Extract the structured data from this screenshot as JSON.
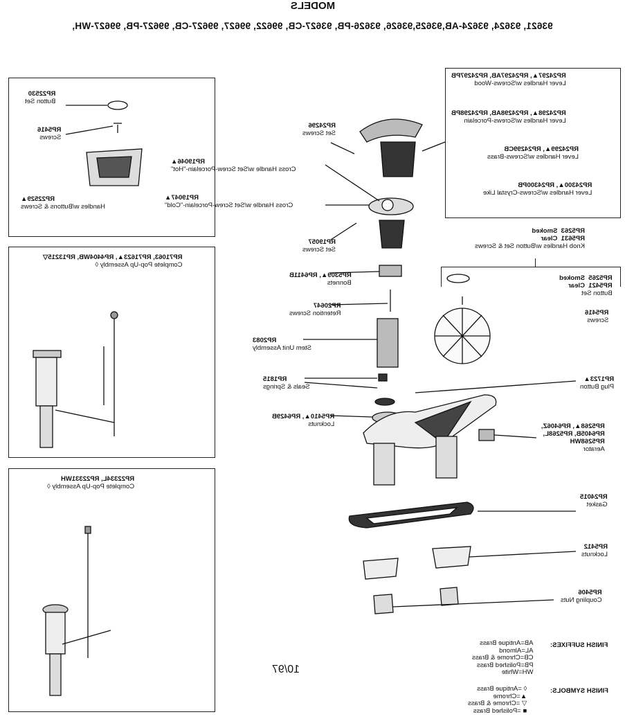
{
  "header": {
    "models_title": "MODELS",
    "models_list": "93621, 93624, 93624-AB,93625,93626, 93626-PB, 93627-CB, 99622, 99627, 99627-CB, 99627-PB, 99627-WH,"
  },
  "left_panels": {
    "handles_box": {
      "button_set": {
        "part": "RP22530",
        "desc": "Button Set"
      },
      "screws": {
        "part": "RP5416",
        "desc": "Screws"
      },
      "handles": {
        "part": "RP22529▲",
        "desc": "Handles w/Buttons & Screws"
      }
    },
    "popup_box_1": {
      "part": "RP71063, RP71623▲, RP4404WB, RP13215▽",
      "desc": "Complete Pop-Up Assembly ◊"
    },
    "popup_box_2": {
      "part": "RP22334L, RP22331WH",
      "desc": "Complete Pop-Up Assembly ◊"
    }
  },
  "lever_box": [
    {
      "part": "RP24297▲, RP24297AB, RP24297PB",
      "desc": "Lever Handles w/Screws-Wood"
    },
    {
      "part": "RP24298▲, RP24298AB, RP24298PB",
      "desc": "Lever Handles w/Screws-Porcelain"
    },
    {
      "part": "RP24299▲, RP24299CB",
      "desc": "Lever Handles w/Screws-Brass"
    },
    {
      "part": "RP24300▲, RP24300PB",
      "desc": "Lever Handles w/Screws-Crystal Like"
    }
  ],
  "center_parts": {
    "set_screws_top": {
      "part": "RP24296",
      "desc": "Set Screws"
    },
    "cross_hot": {
      "part": "RP19046▲",
      "desc": "Cross Handle w/Set Screw-Porcelain-\"Hot\""
    },
    "cross_cold": {
      "part": "RP19047▲",
      "desc": "Cross Handle w/Set Screw-Porcelain-\"Cold\""
    },
    "set_screws_2": {
      "part": "RP19057",
      "desc": "Set Screws"
    },
    "bonnets": {
      "part": "RP5309▲, RP6411B",
      "desc": "Bonnets"
    },
    "retention": {
      "part": "RP20647",
      "desc": "Retention Screws"
    },
    "stem": {
      "part": "RP2083",
      "desc": "Stem Unit Assembly"
    },
    "seals": {
      "part": "RP1815",
      "desc": "Seals & Springs"
    },
    "locknuts_top": {
      "part": "RP5410▲, RP6429B",
      "desc": "Locknuts"
    }
  },
  "right_parts": {
    "knob": {
      "part": "RP5263  Smoked\nRP5631  Clear",
      "desc": "Knob Handles w/Button Set & Screws"
    },
    "knob_button": {
      "part": "RP5265  Smoked\nRP5421  Clear",
      "desc": "Button Set"
    },
    "knob_screws": {
      "part": "RP5416",
      "desc": "Screws"
    },
    "plug_button": {
      "part": "RP1723▲",
      "desc": "Plug Button"
    },
    "aerator": {
      "part": "RP5268▲, RP6406Z,\nRP6405B, RP5268L,\nRP5268WH",
      "desc": "Aerator"
    },
    "gasket": {
      "part": "RP24015",
      "desc": "Gasket"
    },
    "locknuts": {
      "part": "RP5412",
      "desc": "Locknuts"
    },
    "coupling": {
      "part": "RP5406",
      "desc": "Coupling Nuts"
    }
  },
  "date": "10/97",
  "finish": {
    "suffix_label": "FINISH SUFFIXES:",
    "suffixes": [
      "AB=Antique Brass",
      "AL=Almond",
      "CB=Chrome & Brass",
      "PB=Polished Brass",
      "WH=White"
    ],
    "symbol_label": "FINISH SYMBOLS:",
    "symbols": [
      "◊ =Antique Brass",
      "▲=Chrome",
      "▽ =Chrome & Brass",
      "■ =Polished Brass"
    ]
  }
}
